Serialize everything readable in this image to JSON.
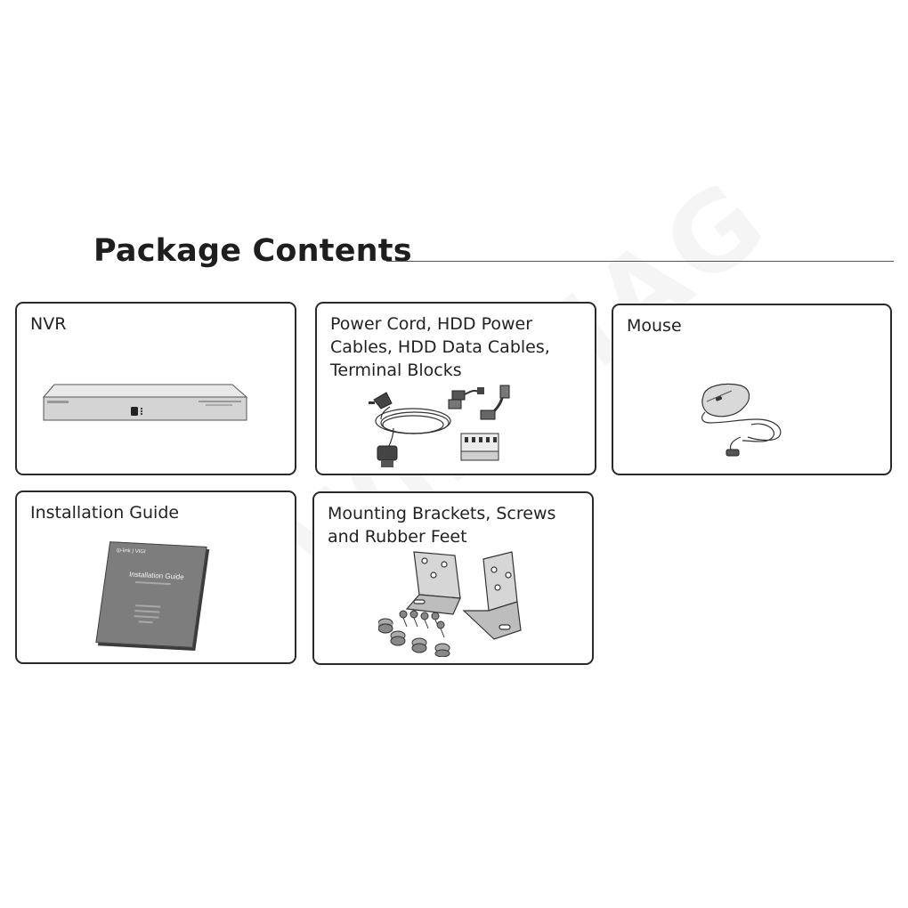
{
  "page": {
    "title": "Package Contents"
  },
  "items": [
    {
      "label": "NVR",
      "icon": "nvr-device-icon"
    },
    {
      "label": "Power Cord, HDD Power\nCables, HDD Data Cables,\nTerminal Blocks",
      "icon": "cables-icon"
    },
    {
      "label": "Mouse",
      "icon": "mouse-icon"
    },
    {
      "label": "Installation Guide",
      "icon": "guide-booklet-icon"
    },
    {
      "label": "Mounting Brackets, Screws\nand Rubber Feet",
      "icon": "brackets-screws-icon"
    }
  ],
  "guide_cover": {
    "brand": "tp-link | VIGI",
    "heading": "Installation Guide"
  },
  "watermark": "WiFiMAG"
}
